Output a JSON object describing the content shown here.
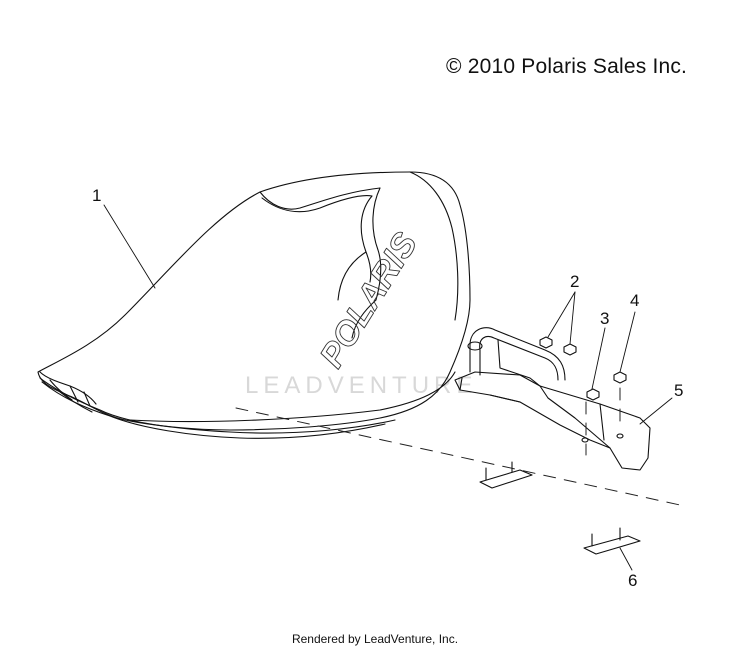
{
  "header": {
    "copyright": "© 2010 Polaris Sales Inc."
  },
  "watermark": {
    "text": "LEADVENTURE"
  },
  "seat": {
    "brand_text": "POLARIS"
  },
  "callouts": [
    {
      "id": "1",
      "label": "1"
    },
    {
      "id": "2",
      "label": "2"
    },
    {
      "id": "3",
      "label": "3"
    },
    {
      "id": "4",
      "label": "4"
    },
    {
      "id": "5",
      "label": "5"
    },
    {
      "id": "6",
      "label": "6"
    }
  ],
  "footer": {
    "rendered_by": "Rendered by LeadVenture, Inc."
  }
}
